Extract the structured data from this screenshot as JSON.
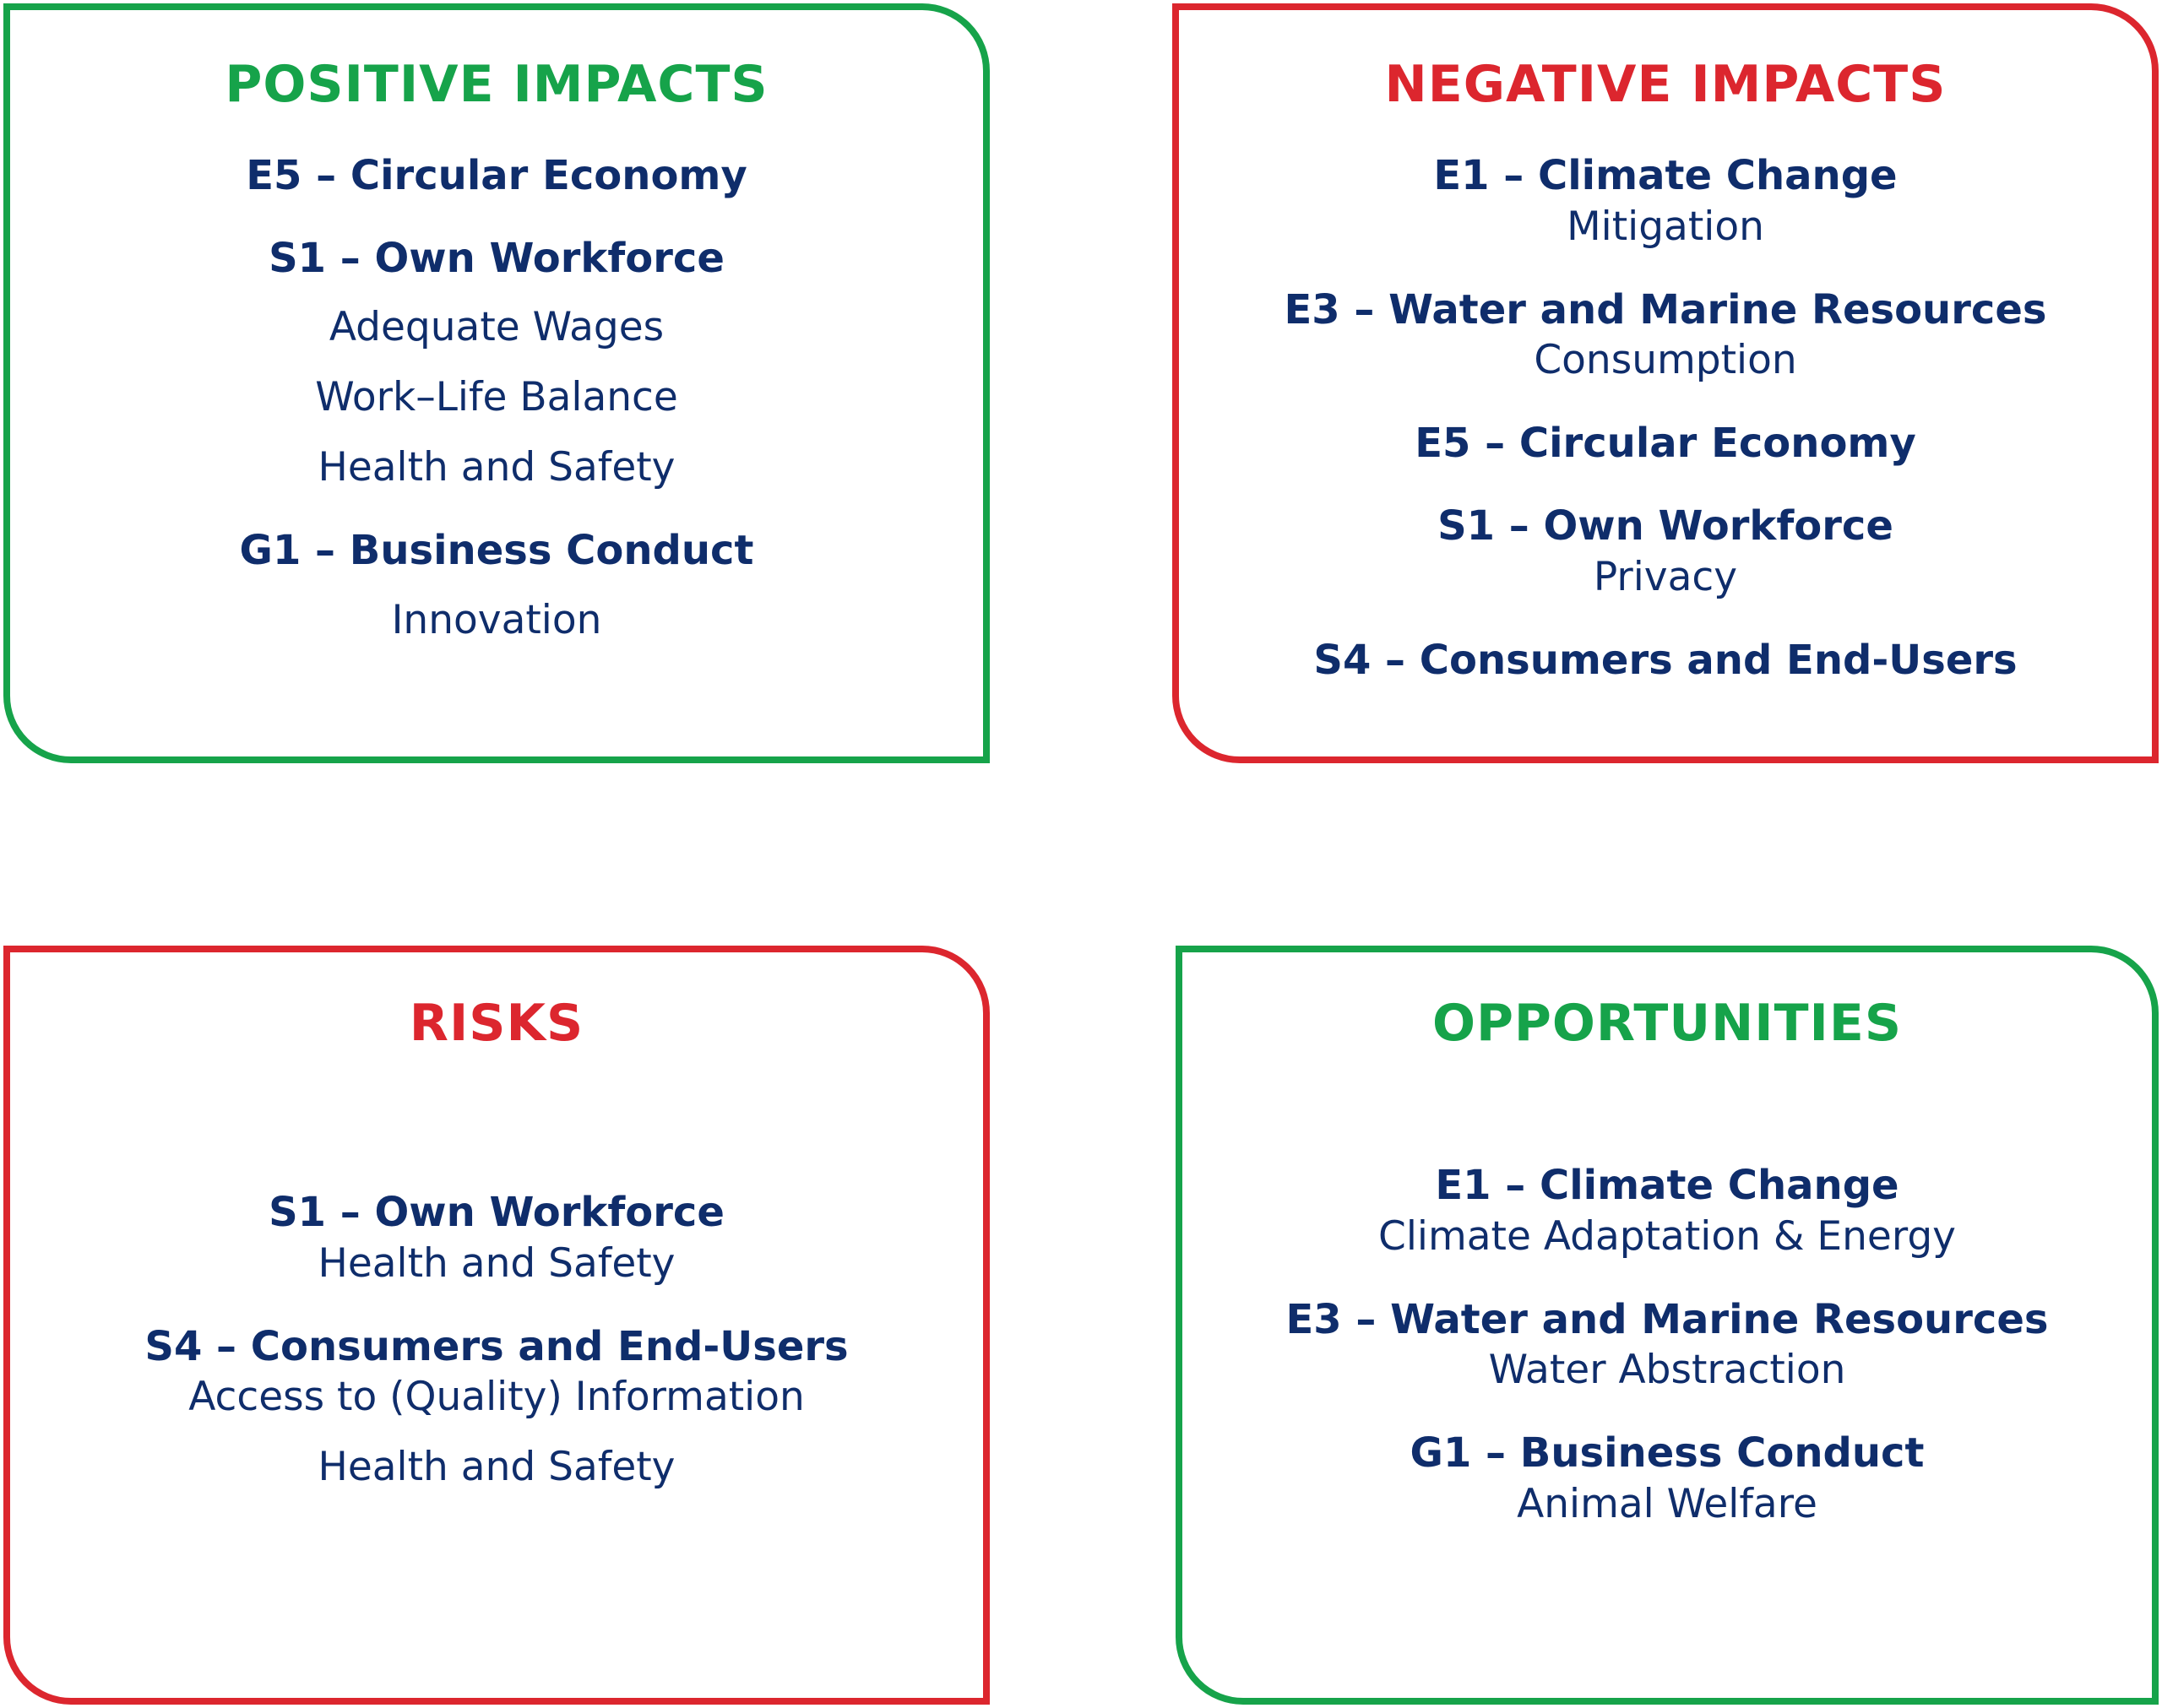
{
  "colors": {
    "positive": "#16a34a",
    "negative": "#dc262e",
    "text": "#0f2d6b"
  },
  "positive_impacts": {
    "title": "POSITIVE IMPACTS",
    "groups": [
      {
        "heading": "E5 – Circular Economy",
        "items": []
      },
      {
        "heading": "S1 – Own Workforce",
        "items": [
          "Adequate Wages",
          "Work–Life Balance",
          "Health and Safety"
        ]
      },
      {
        "heading": "G1 – Business Conduct",
        "items": [
          "Innovation"
        ]
      }
    ]
  },
  "negative_impacts": {
    "title": "NEGATIVE IMPACTS",
    "groups": [
      {
        "heading": "E1 – Climate Change",
        "items": [
          "Mitigation"
        ]
      },
      {
        "heading": "E3 – Water and Marine Resources",
        "items": [
          "Consumption"
        ]
      },
      {
        "heading": "E5 – Circular Economy",
        "items": []
      },
      {
        "heading": "S1 – Own Workforce",
        "items": [
          "Privacy"
        ]
      },
      {
        "heading": "S4 – Consumers and End-Users",
        "items": []
      }
    ]
  },
  "risks": {
    "title": "RISKS",
    "groups": [
      {
        "heading": "S1 – Own Workforce",
        "items": [
          "Health and Safety"
        ]
      },
      {
        "heading": "S4 – Consumers and End-Users",
        "items": [
          "Access to (Quality) Information",
          "Health and Safety"
        ]
      }
    ]
  },
  "opportunities": {
    "title": "OPPORTUNITIES",
    "groups": [
      {
        "heading": "E1 – Climate Change",
        "items": [
          "Climate Adaptation & Energy"
        ]
      },
      {
        "heading": "E3 – Water and Marine Resources",
        "items": [
          "Water Abstraction"
        ]
      },
      {
        "heading": "G1 – Business Conduct",
        "items": [
          "Animal Welfare"
        ]
      }
    ]
  }
}
